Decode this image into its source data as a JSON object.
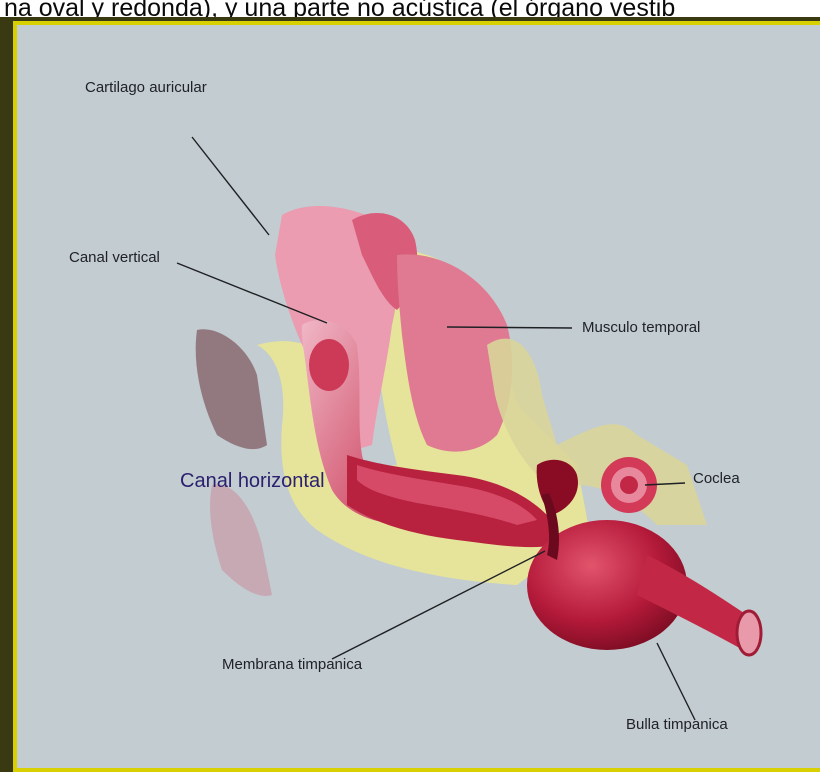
{
  "caption": "na oval y redonda), y una parte no acústica (el órgano vestib",
  "labels": {
    "cartilago": "Cartilago auricular",
    "canal_vertical": "Canal vertical",
    "musculo": "Musculo temporal",
    "canal_horizontal": "Canal horizontal",
    "coclea": "Coclea",
    "membrana": "Membrana timpanica",
    "bulla": "Bulla timpanica"
  },
  "colors": {
    "frame": "#3a3a12",
    "inner_border": "#d8d000",
    "background": "#c3ccd0",
    "tissue_pink": "#e88a9c",
    "canal_red": "#b51a3a",
    "bone_yellow": "#e6e49a"
  }
}
